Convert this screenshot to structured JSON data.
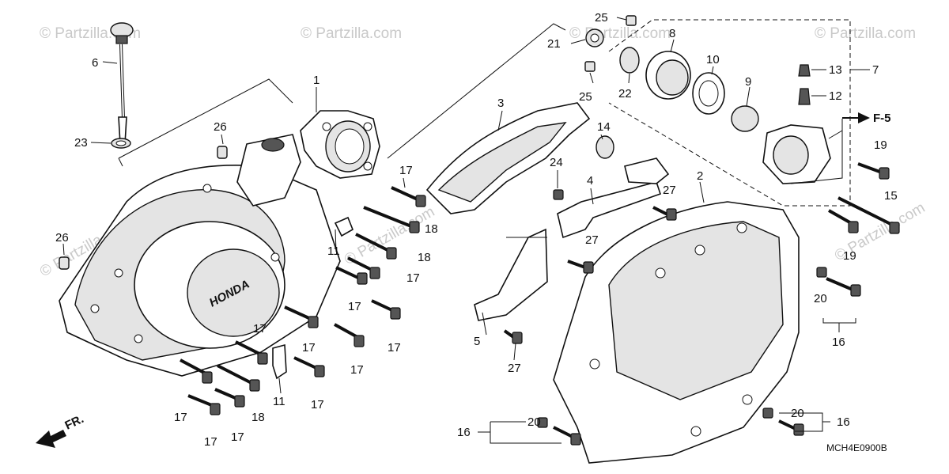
{
  "watermarks": [
    "© Partzilla.com",
    "© Partzilla.com",
    "© Partzilla.com",
    "© Partzilla.com",
    "© Partzilla.com",
    "© Partzilla.com",
    "© Partzilla.com"
  ],
  "callouts": {
    "c1": "1",
    "c2": "2",
    "c3": "3",
    "c4": "4",
    "c5": "5",
    "c6": "6",
    "c7": "7",
    "c8": "8",
    "c9": "9",
    "c10": "10",
    "c11a": "11",
    "c11b": "11",
    "c12": "12",
    "c13": "13",
    "c14": "14",
    "c15": "15",
    "c16a": "16",
    "c16b": "16",
    "c16c": "16",
    "c17a": "17",
    "c17b": "17",
    "c17c": "17",
    "c17d": "17",
    "c17e": "17",
    "c17f": "17",
    "c17g": "17",
    "c17h": "17",
    "c17i": "17",
    "c17j": "17",
    "c17k": "17",
    "c18a": "18",
    "c18b": "18",
    "c18c": "18",
    "c19a": "19",
    "c19b": "19",
    "c20a": "20",
    "c20b": "20",
    "c20c": "20",
    "c21": "21",
    "c22": "22",
    "c23": "23",
    "c24": "24",
    "c25a": "25",
    "c25b": "25",
    "c26a": "26",
    "c26b": "26",
    "c27a": "27",
    "c27b": "27",
    "c27c": "27"
  },
  "reference_arrow": "F-5",
  "front_arrow": "FR.",
  "cover_brand": "HONDA",
  "diagram_code": "MCH4E0900B"
}
